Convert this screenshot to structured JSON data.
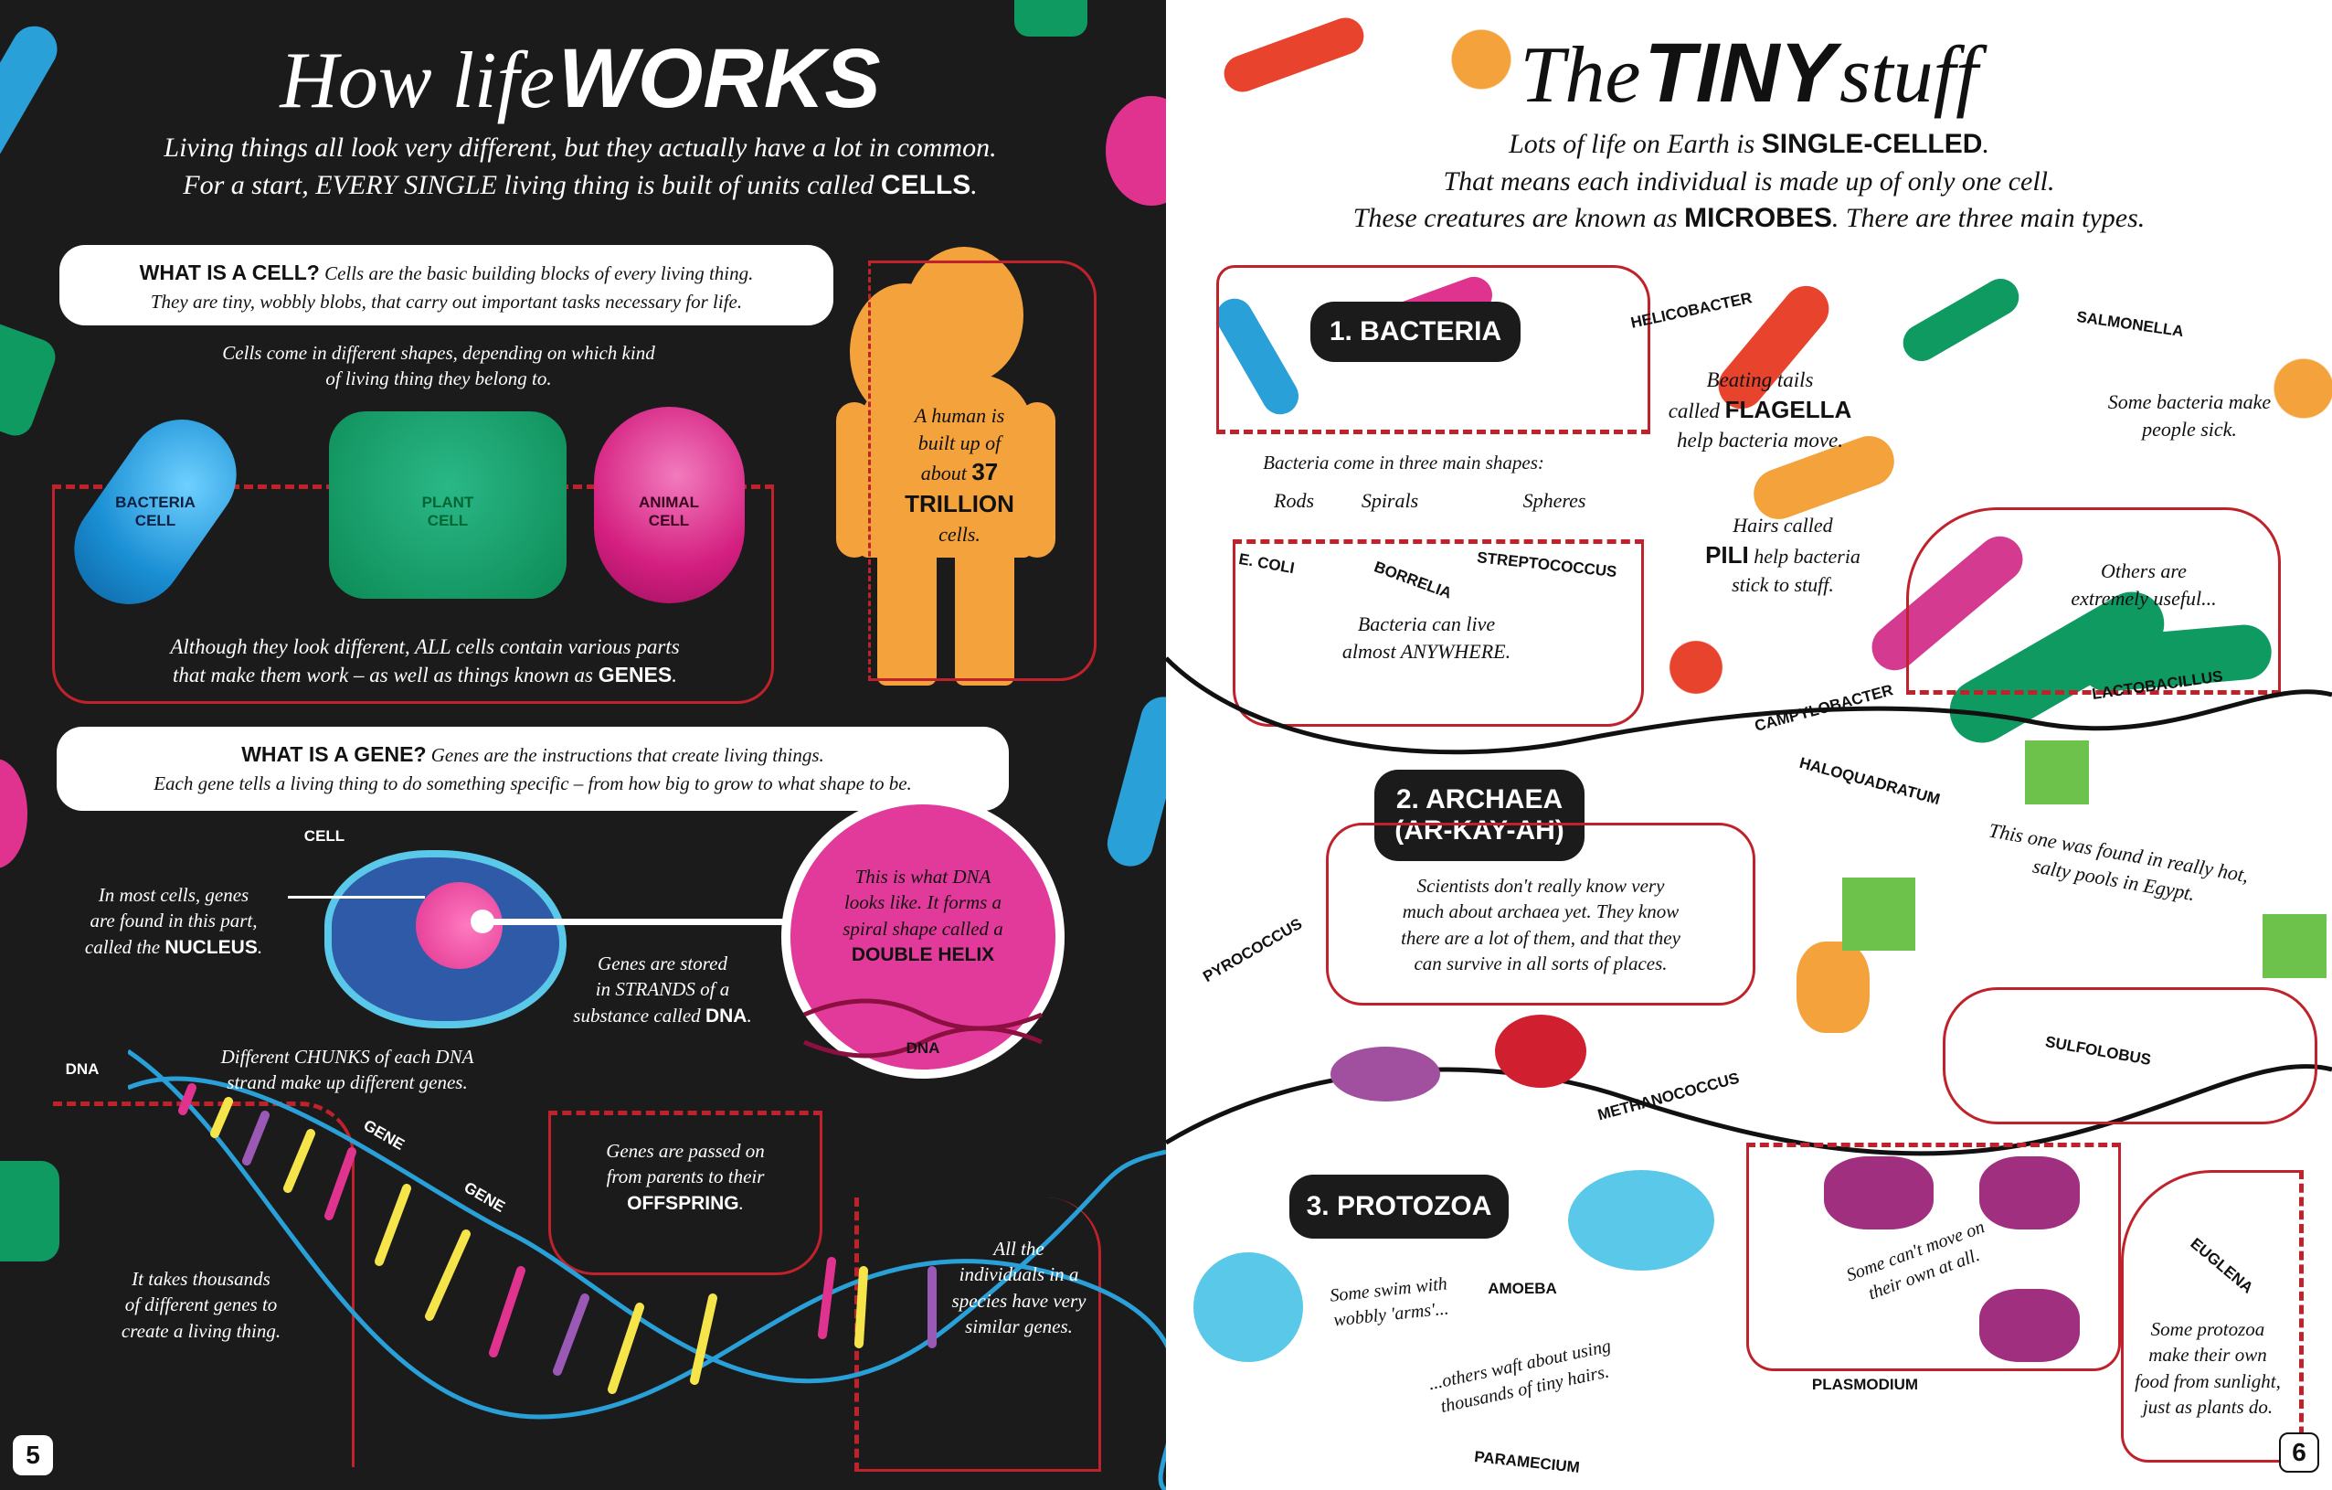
{
  "left_page": {
    "title_light": "How life",
    "title_bold": "WORKS",
    "intro_line1": "Living things all look very different, but they actually have a lot in common.",
    "intro_line2_a": "For a start,",
    "intro_line2_b": "EVERY SINGLE",
    "intro_line2_c": "living thing is built of units called",
    "intro_line2_d": "CELLS",
    "cell_box": {
      "heading": "WHAT IS A CELL?",
      "text1": "Cells are the basic building blocks of every living thing.",
      "text2": "They are tiny, wobbly blobs, that carry out important tasks necessary for life."
    },
    "shapes_caption1": "Cells come in different shapes, depending on which kind",
    "shapes_caption2": "of living thing they belong to.",
    "cells": [
      {
        "label1": "BACTERIA",
        "label2": "CELL",
        "color": "#1fa3e0"
      },
      {
        "label1": "PLANT",
        "label2": "CELL",
        "color": "#0f9a62"
      },
      {
        "label1": "ANIMAL",
        "label2": "CELL",
        "color": "#e0338f"
      }
    ],
    "genes_caption1_a": "Although they look different,",
    "genes_caption1_b": "ALL",
    "genes_caption1_c": "cells contain various parts",
    "genes_caption2_a": "that make them work – as well as things known as",
    "genes_caption2_b": "GENES",
    "human": {
      "line1": "A human is",
      "line2": "built up of",
      "line3": "about",
      "number": "37",
      "unit": "TRILLION",
      "line4": "cells.",
      "color": "#f4a23c"
    },
    "gene_box": {
      "heading": "WHAT IS A GENE?",
      "text1": "Genes are the instructions that create living things.",
      "text2": "Each gene tells a living thing to do something specific – from how big to grow to what shape to be."
    },
    "cell_label": "CELL",
    "nucleus_text1": "In most cells, genes",
    "nucleus_text2": "are found in this part,",
    "nucleus_text3": "called the",
    "nucleus_bold": "NUCLEUS",
    "strands_text1": "Genes are stored",
    "strands_text2": "in STRANDS of a",
    "strands_text3": "substance called",
    "strands_bold": "DNA",
    "dna_circle_text1": "This is what DNA",
    "dna_circle_text2": "looks like. It forms a",
    "dna_circle_text3": "spiral shape called a",
    "dna_circle_bold": "DOUBLE HELIX",
    "dna_circle_label": "DNA",
    "dna_label": "DNA",
    "chunks_text1": "Different CHUNKS of each DNA",
    "chunks_text2": "strand make up different genes.",
    "gene_label1": "GENE",
    "gene_label2": "GENE",
    "offspring_text1": "Genes are passed on",
    "offspring_text2": "from parents to their",
    "offspring_bold": "OFFSPRING",
    "thousands_text1": "It takes thousands",
    "thousands_text2": "of different genes to",
    "thousands_text3": "create a living thing.",
    "similar_text1": "All the",
    "similar_text2": "individuals in a",
    "similar_text3": "species have very",
    "similar_text4": "similar genes.",
    "page_number": "5"
  },
  "right_page": {
    "title_light1": "The",
    "title_bold": "TINY",
    "title_light2": "stuff",
    "intro1_a": "Lots of life on Earth is",
    "intro1_b": "SINGLE-CELLED",
    "intro2": "That means each individual is made up of only one cell.",
    "intro3_a": "These creatures are known as",
    "intro3_b": "MICROBES",
    "intro3_c": ". There are three main types.",
    "bacteria": {
      "heading": "1. BACTERIA",
      "helicobacter": "HELICOBACTER",
      "flagella1": "Beating tails",
      "flagella2": "called",
      "flagella_bold": "FLAGELLA",
      "flagella3": "help bacteria move.",
      "salmonella": "SALMONELLA",
      "sick1": "Some bacteria make",
      "sick2": "people sick.",
      "shapes_intro": "Bacteria come in three main shapes:",
      "shapes": [
        "Rods",
        "Spirals",
        "Spheres"
      ],
      "ecoli": "E. COLI",
      "borrelia": "BORRELIA",
      "streptococcus": "STREPTOCOCCUS",
      "live1": "Bacteria can live",
      "live2": "almost ANYWHERE.",
      "pili1": "Hairs called",
      "pili_bold": "PILI",
      "pili2": "help bacteria",
      "pili3": "stick to stuff.",
      "useful1": "Others are",
      "useful2": "extremely useful...",
      "campylobacter": "CAMPYLOBACTER",
      "lactobacillus": "LACTOBACILLUS"
    },
    "archaea": {
      "heading1": "2. ARCHAEA",
      "heading2": "(AR-KAY-AH)",
      "haloquadratum": "HALOQUADRATUM",
      "egypt1": "This one was found in really hot,",
      "egypt2": "salty pools in Egypt.",
      "desc1": "Scientists don't really know very",
      "desc2": "much about archaea yet. They know",
      "desc3": "there are a lot of them, and that they",
      "desc4": "can survive in all sorts of places.",
      "pyrococcus": "PYROCOCCUS",
      "methanococcus": "METHANOCOCCUS",
      "sulfolobus": "SULFOLOBUS"
    },
    "protozoa": {
      "heading": "3. PROTOZOA",
      "swim1": "Some swim with",
      "swim2": "wobbly 'arms'...",
      "amoeba": "AMOEBA",
      "hairs1": "...others waft about using",
      "hairs2": "thousands of tiny hairs.",
      "paramecium": "PARAMECIUM",
      "still1": "Some can't move on",
      "still2": "their own at all.",
      "plasmodium": "PLASMODIUM",
      "euglena": "EUGLENA",
      "food1": "Some protozoa",
      "food2": "make their own",
      "food3": "food from sunlight,",
      "food4": "just as plants do."
    },
    "page_number": "6"
  }
}
